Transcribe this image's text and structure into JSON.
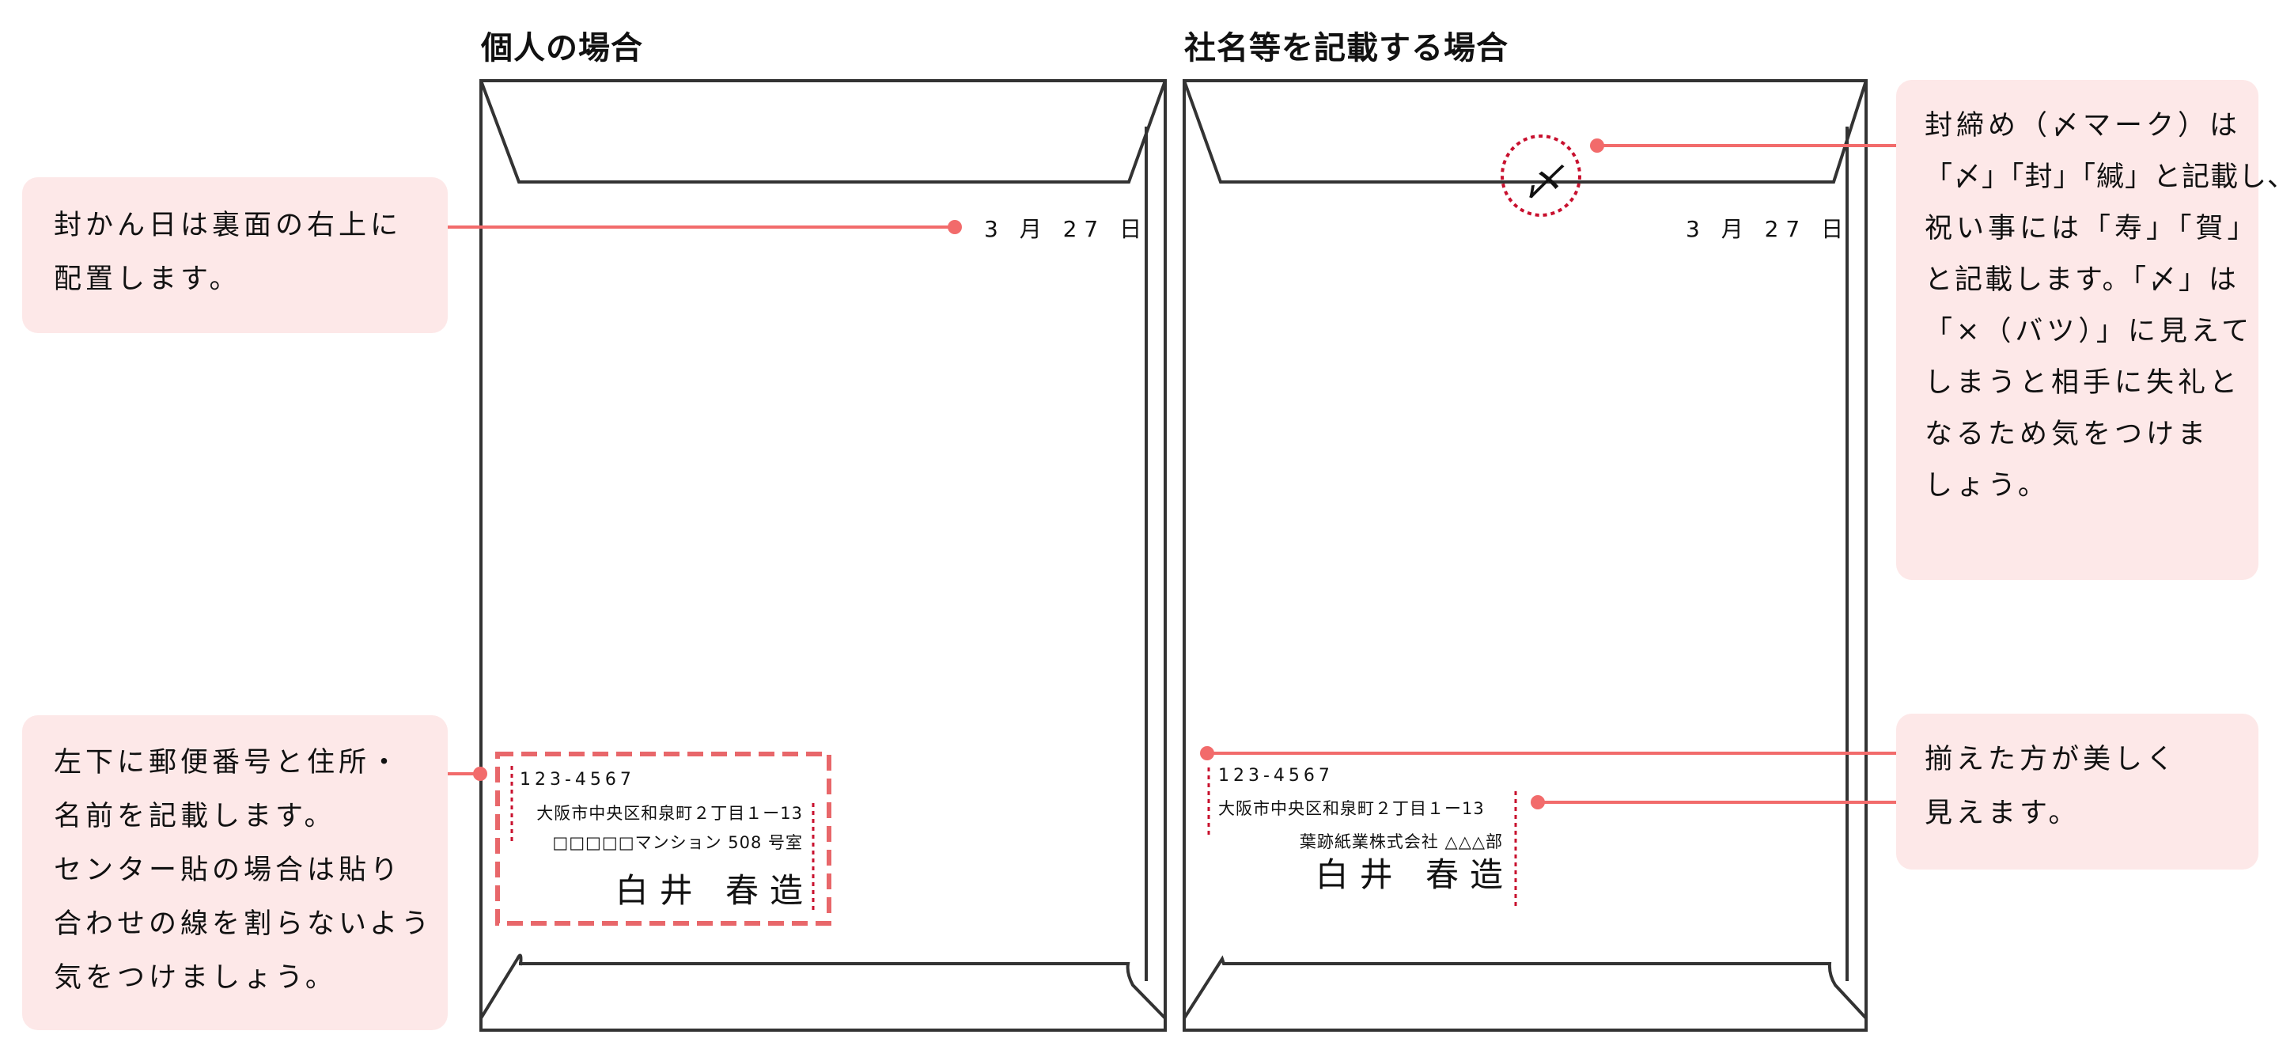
{
  "colors": {
    "accent": "#f26b6b",
    "callout_bg": "#fde8e8",
    "guide_dotted": "#c8102e",
    "outline": "#333333"
  },
  "left": {
    "title": "個人の場合",
    "date": "3 月 27 日",
    "zip": "123-4567",
    "address": "大阪市中央区和泉町２丁目１ー13",
    "building": "□□□□□マンション 508 号室",
    "name": "白井 春造"
  },
  "right": {
    "title": "社名等を記載する場合",
    "seal": "〆",
    "date": "3 月 27 日",
    "zip": "123-4567",
    "address": "大阪市中央区和泉町２丁目１ー13",
    "company": "葉跡紙業株式会社 △△△部",
    "name": "白井 春造"
  },
  "callouts": {
    "date_note": [
      "封かん日は裏面の右上に",
      "配置します。"
    ],
    "address_note": [
      "左下に郵便番号と住所・",
      "名前を記載します。",
      "センター貼の場合は貼り",
      "合わせの線を割らないよう",
      "気をつけましょう。"
    ],
    "seal_note": [
      "封締め（〆マーク）は",
      "「〆」「封」「緘」と記載し、",
      "祝い事には「寿」「賀」",
      "と記載します。「〆」は",
      "「×（バツ）」に見えて",
      "しまうと相手に失礼と",
      "なるため気をつけま",
      "しょう。"
    ],
    "align_note": [
      "揃えた方が美しく",
      "見えます。"
    ]
  }
}
